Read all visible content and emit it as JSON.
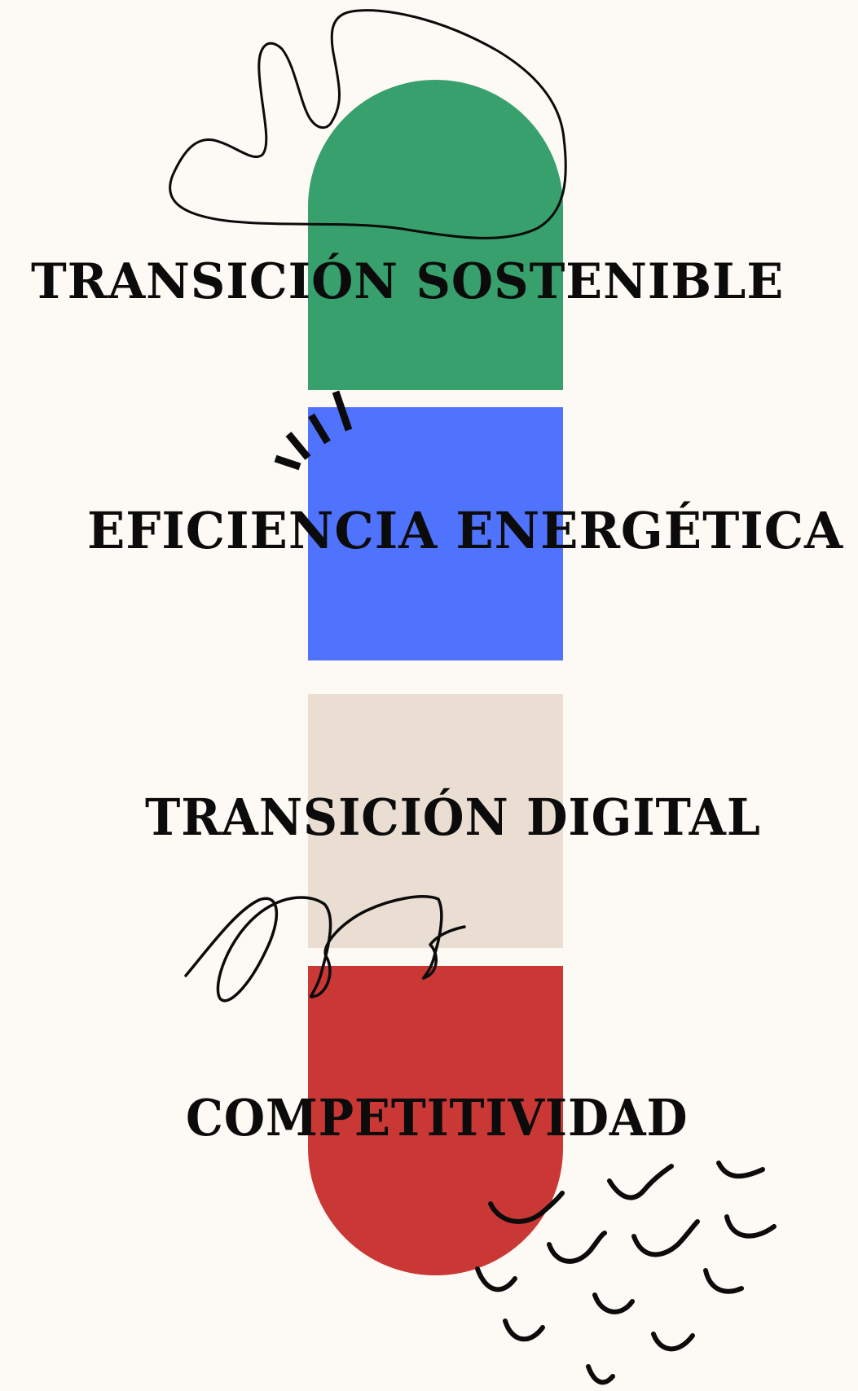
{
  "colors": {
    "background": "#fdf9f4",
    "green": "#37a06c",
    "blue": "#5073fe",
    "beige": "#eaddd1",
    "red": "#ca3836",
    "ink": "#0b0b0b"
  },
  "labels": {
    "item1": "TRANSICIÓN SOSTENIBLE",
    "item2": "EFICIENCIA ENERGÉTICA",
    "item3": "TRANSICIÓN DIGITAL",
    "item4": "COMPETITIVIDAD"
  },
  "icons": {
    "top": "scribble-loop-icon",
    "middle": "sparkle-dashes-icon",
    "lower": "cursive-loops-icon",
    "bottom": "check-marks-pattern-icon"
  }
}
